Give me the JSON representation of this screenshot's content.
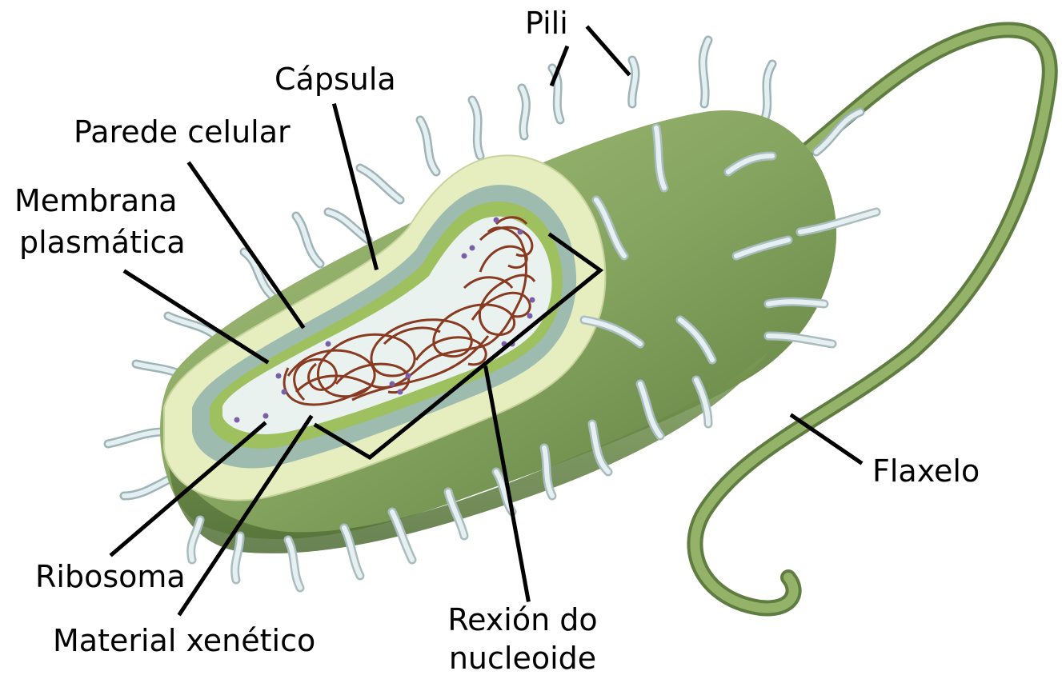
{
  "labels": {
    "pili": "Pili",
    "capsula": "Cápsula",
    "parede": "Parede celular",
    "membrana_1": "Membrana",
    "membrana_2": "plasmática",
    "ribosoma": "Ribosoma",
    "material": "Material xenético",
    "rexion_1": "Rexión do",
    "rexion_2": "nucleoide",
    "flaxelo": "Flaxelo"
  },
  "colors": {
    "cell_body": "#7f9e5c",
    "cell_shadow": "#5f7d40",
    "capsule_layer": "#e6eec0",
    "wall_layer": "#9dbcaf",
    "membrane_layer": "#9ec05e",
    "cytoplasm": "#e9f2ef",
    "dna": "#8a3a20",
    "pili": "#dfecee",
    "flagellum": "#86a55c",
    "leader_line": "#000000"
  }
}
